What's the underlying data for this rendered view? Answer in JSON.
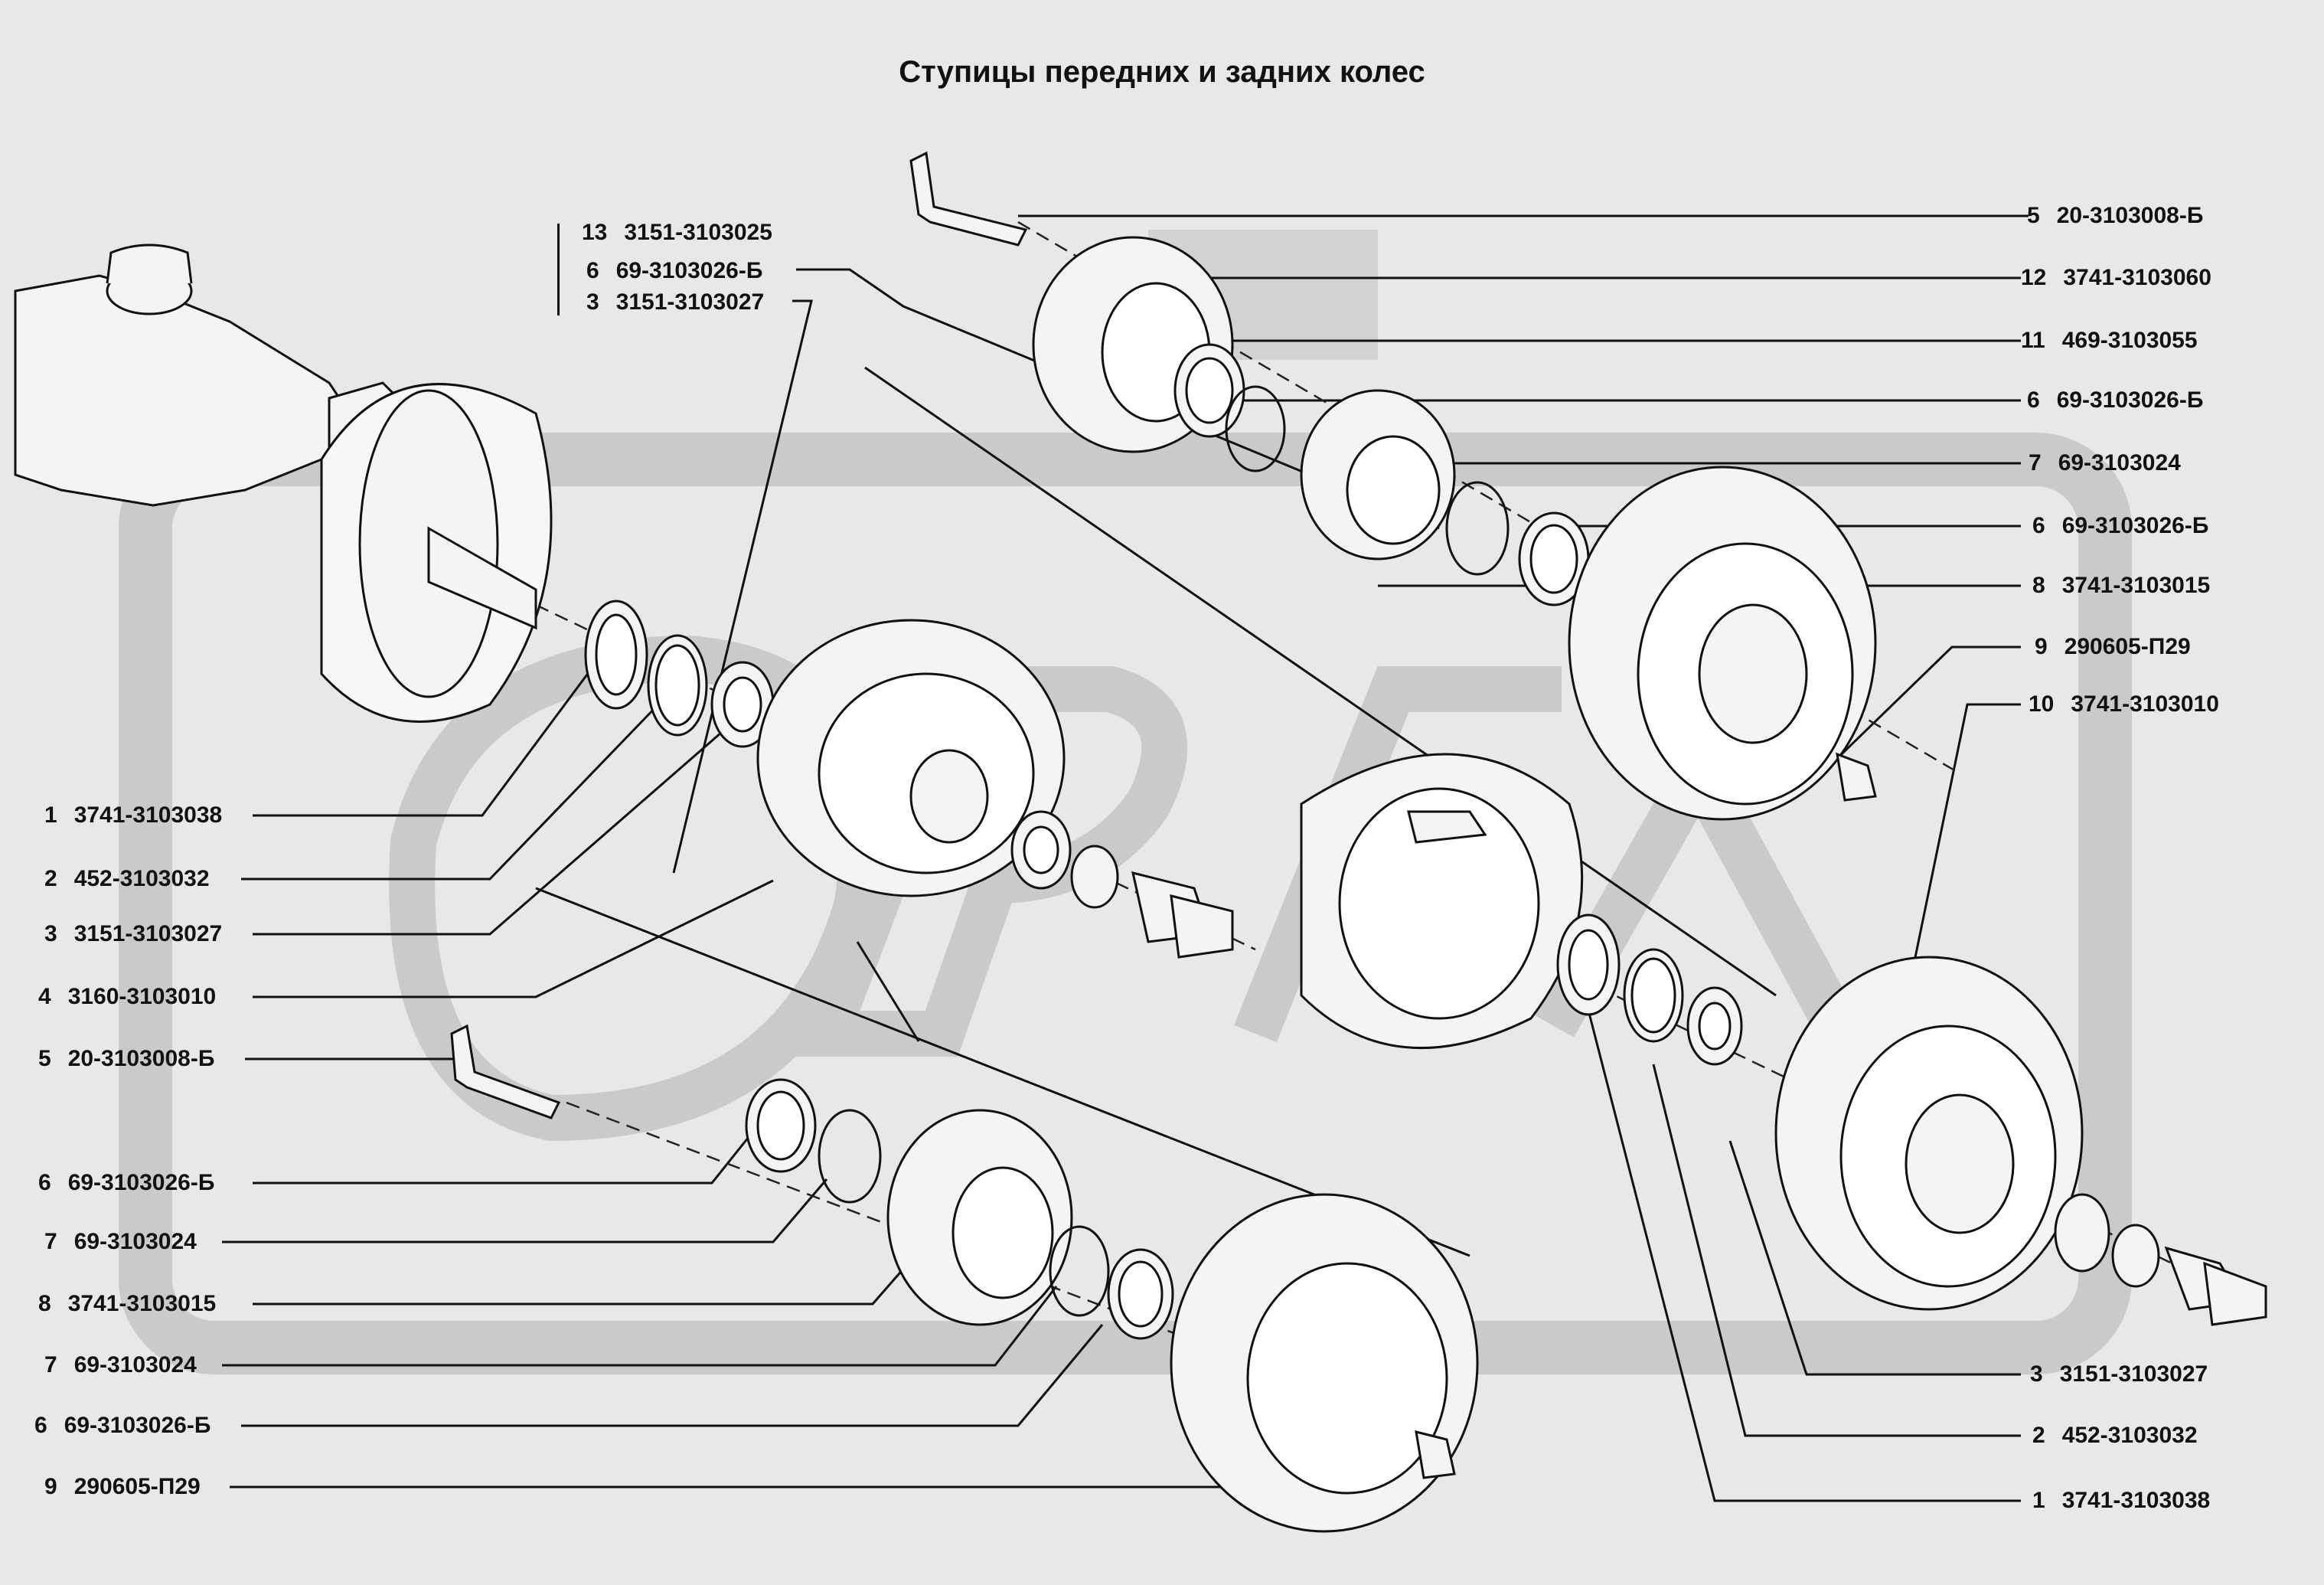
{
  "title": "Ступицы передних и задних колес",
  "group_labels": [
    {
      "num": "13",
      "part": "3151-3103025"
    },
    {
      "num": "6",
      "part": "69-3103026-Б"
    },
    {
      "num": "3",
      "part": "3151-3103027"
    }
  ],
  "left_labels": [
    {
      "num": "1",
      "part": "3741-3103038"
    },
    {
      "num": "2",
      "part": "452-3103032"
    },
    {
      "num": "3",
      "part": "3151-3103027"
    },
    {
      "num": "4",
      "part": "3160-3103010"
    },
    {
      "num": "5",
      "part": "20-3103008-Б"
    },
    {
      "num": "6",
      "part": "69-3103026-Б"
    },
    {
      "num": "7",
      "part": "69-3103024"
    },
    {
      "num": "8",
      "part": "3741-3103015"
    },
    {
      "num": "7",
      "part": "69-3103024"
    },
    {
      "num": "6",
      "part": "69-3103026-Б"
    },
    {
      "num": "9",
      "part": "290605-П29"
    }
  ],
  "right_labels": [
    {
      "num": "5",
      "part": "20-3103008-Б"
    },
    {
      "num": "12",
      "part": "3741-3103060"
    },
    {
      "num": "11",
      "part": "469-3103055"
    },
    {
      "num": "6",
      "part": "69-3103026-Б"
    },
    {
      "num": "7",
      "part": "69-3103024"
    },
    {
      "num": "6",
      "part": "69-3103026-Б"
    },
    {
      "num": "8",
      "part": "3741-3103015"
    },
    {
      "num": "9",
      "part": "290605-П29"
    },
    {
      "num": "10",
      "part": "3741-3103010"
    },
    {
      "num": "3",
      "part": "3151-3103027"
    },
    {
      "num": "2",
      "part": "452-3103032"
    },
    {
      "num": "1",
      "part": "3741-3103038"
    }
  ],
  "watermark_color": "#c9c9c9",
  "line_color": "#111111"
}
